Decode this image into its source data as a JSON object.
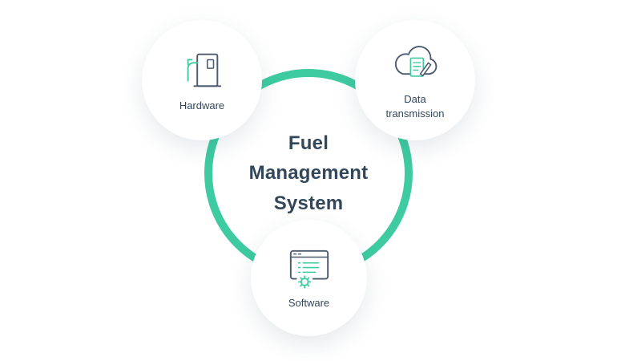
{
  "diagram": {
    "center": {
      "title": "Fuel Management System"
    },
    "nodes": [
      {
        "id": "hardware",
        "label": "Hardware",
        "icon": "fuel-pump-icon"
      },
      {
        "id": "data-transmission",
        "label": "Data transmission",
        "icon": "cloud-document-pencil-icon"
      },
      {
        "id": "software",
        "label": "Software",
        "icon": "browser-gear-icon"
      }
    ],
    "colors": {
      "accent_green": "#3ecba1",
      "ink_navy": "#33475b",
      "icon_stroke": "#4a5a6e",
      "background": "#ffffff"
    }
  }
}
